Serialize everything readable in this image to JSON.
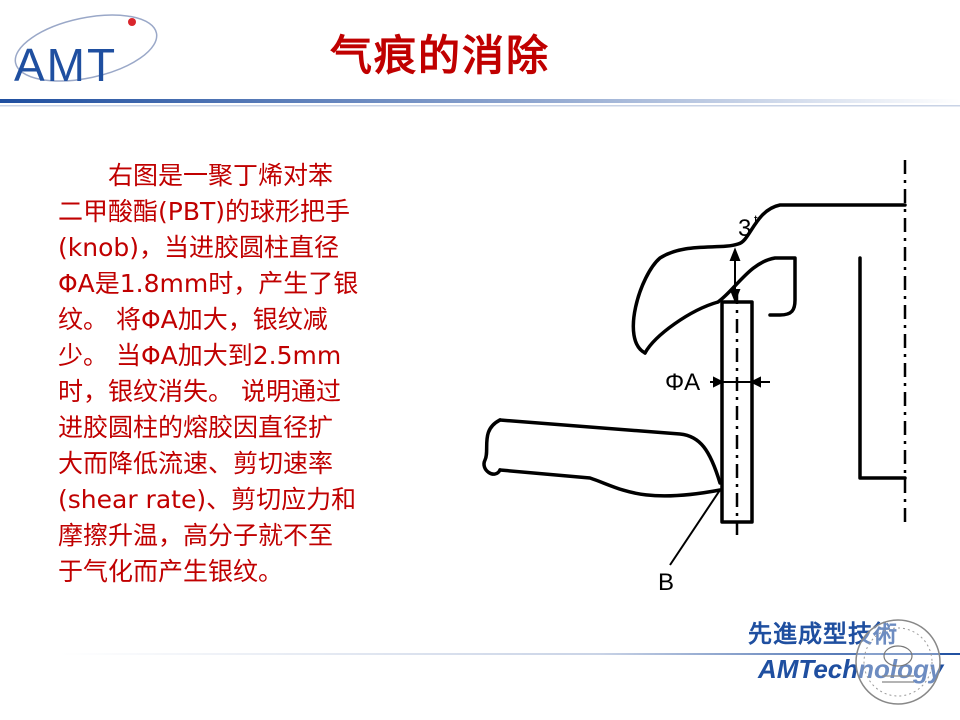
{
  "logo": {
    "text": "AMT"
  },
  "title": "气痕的消除",
  "body_lines": [
    "　　右图是一聚丁烯对苯",
    "二甲酸酯(PBT)的球形把手",
    "(knob)，当进胶圆柱直径",
    "ΦA是1.8mm时，产生了银",
    "纹。 将ΦA加大，银纹减",
    "少。 当ΦA加大到2.5mm",
    "时，银纹消失。 说明通过",
    "进胶圆柱的熔胶因直径扩",
    "大而降低流速、剪切速率",
    "(shear rate)、剪切应力和",
    "摩擦升温，高分子就不至",
    "于气化而产生银纹。"
  ],
  "diagram": {
    "label_thickness": "3",
    "label_thickness_sup": "t",
    "label_diameter": "ΦA",
    "label_point": "B"
  },
  "footer": {
    "cn": "先進成型技術",
    "en": "AMTechnology"
  },
  "colors": {
    "title": "#c00000",
    "body": "#c00000",
    "brand_blue": "#1f4fa0"
  }
}
